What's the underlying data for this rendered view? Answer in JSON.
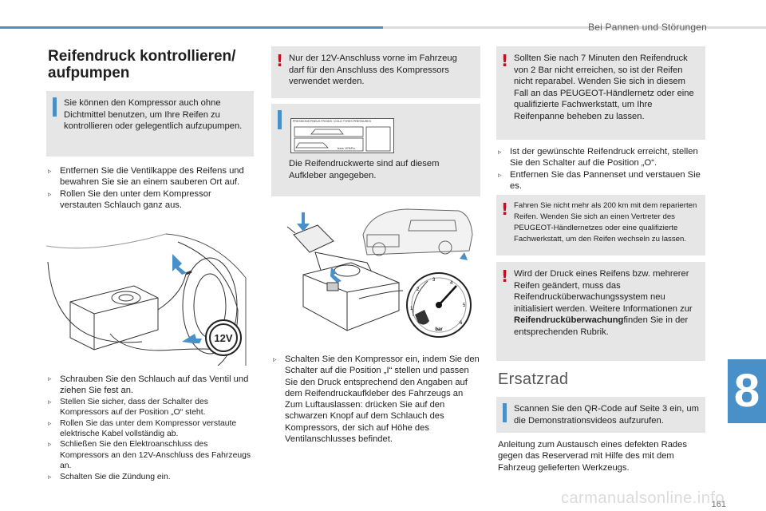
{
  "header": {
    "title": "Bei Pannen und Störungen"
  },
  "page": {
    "chapter": "8",
    "number": "161",
    "watermark": "carmanualsonline.info"
  },
  "left": {
    "title": "Reifendruck kontrollieren/ aufpumpen",
    "info_box": "Sie können den Kompressor auch ohne Dichtmittel benutzen, um Ihre Reifen zu kontrollieren oder gelegentlich aufzupumpen.",
    "steps_a": [
      "Entfernen Sie die Ventilkappe des Reifens und bewahren Sie sie an einem sauberen Ort auf.",
      "Rollen Sie den unter dem Kompressor verstauten Schlauch ganz aus."
    ],
    "steps_b": [
      "Schrauben Sie den Schlauch auf das Ventil und ziehen Sie fest an.",
      "Stellen Sie sicher, dass der Schalter des Kompressors auf der Position „O“ steht.",
      "Rollen Sie das unter dem Kompressor verstaute elektrische Kabel vollständig ab.",
      "Schließen Sie den Elektroanschluss des Kompressors an den 12V-Anschluss des Fahrzeugs an.",
      "Schalten Sie die Zündung ein."
    ],
    "socket_label": "12V"
  },
  "middle": {
    "warning": "Nur der 12V-Anschluss vorne im Fahrzeug darf für den Anschluss des Kompressors verwendet werden.",
    "sticker_caption": "Die Reifendruckwerte sind auf diesem Aufkleber angegeben.",
    "sticker_label": "PRESSIONS PNEUS FROIDS / COLD TYRES PRESSURES",
    "sticker_unit": "bars  10³kPa",
    "gauge_unit": "bar",
    "gauge_ticks": [
      "1",
      "2",
      "3",
      "4",
      "5",
      "6"
    ],
    "step": "Schalten Sie den Kompressor ein, indem Sie den Schalter auf die Position „I“ stellen und passen Sie den Druck entsprechend den Angaben auf dem Reifendruckaufkleber des Fahrzeugs an Zum Luftauslassen: drücken Sie auf den schwarzen Knopf auf dem Schlauch des Kompressors, der sich auf Höhe des Ventilanschlusses befindet."
  },
  "right": {
    "warning1": "Sollten Sie nach 7 Minuten den Reifendruck von 2 Bar nicht erreichen, so ist der Reifen nicht reparabel. Wenden Sie sich in diesem Fall an das PEUGEOT-Händlernetz oder eine qualifizierte Fachwerkstatt, um Ihre Reifenpanne beheben zu lassen.",
    "steps": [
      "Ist der gewünschte Reifendruck erreicht, stellen Sie den Schalter auf die Position „O“.",
      "Entfernen Sie das Pannenset und verstauen Sie es."
    ],
    "warning2": "Fahren Sie nicht mehr als 200 km mit dem reparierten Reifen. Wenden Sie sich an einen Vertreter des PEUGEOT-Händlernetzes oder eine qualifizierte Fachwerkstatt, um den Reifen wechseln zu lassen.",
    "warning3_text": "Wird der Druck eines Reifens bzw. mehrerer Reifen geändert, muss das Reifendrucküberwachungssystem neu initialisiert werden. Weitere Informationen zur",
    "warning3_bold": "Reifendrucküberwachung",
    "warning3_tail": "finden Sie in der entsprechenden Rubrik.",
    "section_title": "Ersatzrad",
    "info_box": "Scannen Sie den QR-Code auf Seite 3 ein, um die Demonstrationsvideos aufzurufen.",
    "para": "Anleitung zum Austausch eines defekten Rades gegen das Reserverad mit Hilfe des mit dem Fahrzeug gelieferten Werkzeugs."
  },
  "icons": {
    "bullet": "arrow-bullet-icon",
    "info": "info-mark-icon",
    "warning": "exclamation-mark-icon"
  },
  "colors": {
    "accent": "#4a90c8",
    "warning": "#e2001a",
    "box_bg": "#e6e6e6"
  }
}
